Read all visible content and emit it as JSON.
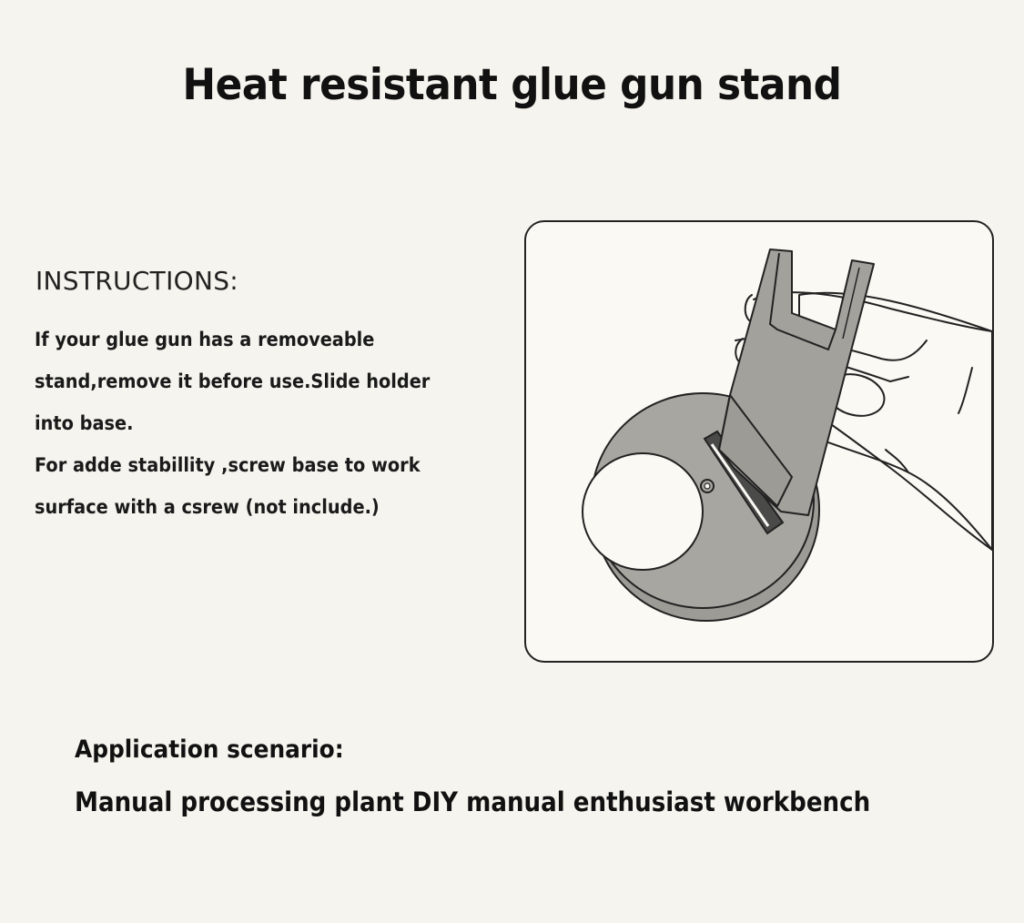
{
  "page": {
    "title": "Heat resistant glue gun stand"
  },
  "instructions": {
    "heading": "INSTRUCTIONS:",
    "paragraphs": [
      "If your glue gun has a removeable stand,remove it before use.Slide holder into base.",
      "For adde stabillity ,screw base to work surface with a csrew (not include.)"
    ]
  },
  "figure": {
    "icon": "hand-holding-glue-gun-stand-illustration",
    "colors": {
      "metal": "#a3a19c",
      "outline": "#222222",
      "slot": "#4a4a48",
      "background": "#faf9f4"
    }
  },
  "application": {
    "heading": "Application scenario:",
    "text": "Manual processing plant DIY manual enthusiast workbench"
  }
}
